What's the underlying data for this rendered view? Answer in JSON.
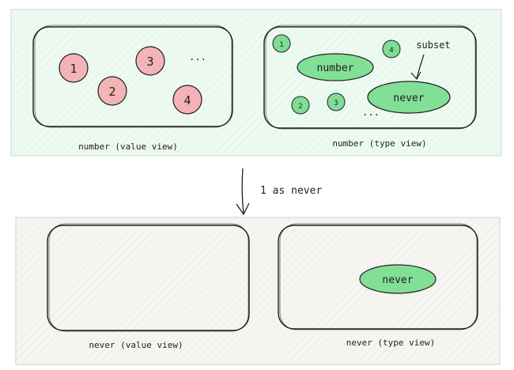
{
  "colors": {
    "panel_top_fill": "#eefaf1",
    "panel_bottom_fill": "#f7f5f2",
    "value_circle_fill": "#f4b6b9",
    "type_fill": "#82df96",
    "stroke": "#1f1f1f"
  },
  "top": {
    "value_view": {
      "caption": "number (value view)",
      "values": [
        "1",
        "2",
        "3",
        "4"
      ],
      "ellipsis": "..."
    },
    "type_view": {
      "caption": "number (type view)",
      "small_literals": [
        "1",
        "4",
        "2",
        "3"
      ],
      "number_label": "number",
      "never_label": "never",
      "subset_label": "subset",
      "ellipsis": "..."
    }
  },
  "transition": {
    "label": "1 as never"
  },
  "bottom": {
    "value_view": {
      "caption": "never (value view)"
    },
    "type_view": {
      "caption": "never (type view)",
      "never_label": "never"
    }
  }
}
